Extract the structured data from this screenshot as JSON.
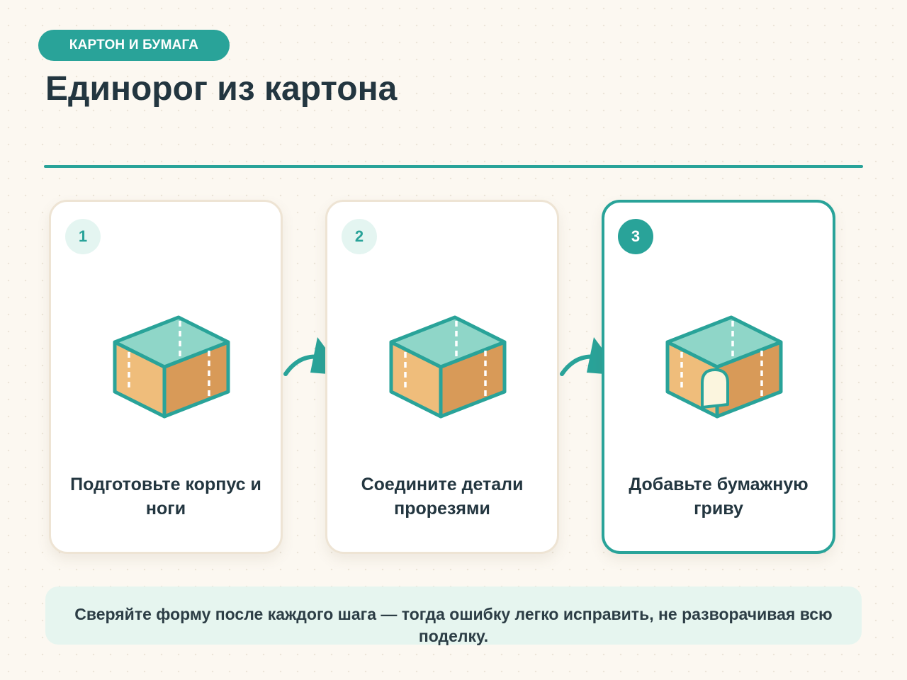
{
  "header": {
    "tag": "КАРТОН И БУМАГА",
    "title": "Единорог из картона"
  },
  "steps": [
    {
      "number": "1",
      "caption": "Подготовьте корпус и ноги",
      "icon": "cardboard-box-icon",
      "active": false
    },
    {
      "number": "2",
      "caption": "Соедините детали прорезями",
      "icon": "cardboard-box-icon",
      "active": false
    },
    {
      "number": "3",
      "caption": "Добавьте бумажную гриву",
      "icon": "cardboard-box-with-door-icon",
      "active": true
    }
  ],
  "note": "Сверяйте форму после каждого шага — тогда ошибку легко исправить, не разворачивая всю поделку.",
  "colors": {
    "accent": "#29a399",
    "background": "#fcf8f1",
    "box_top": "#8fd6c8",
    "box_left": "#efbd7b",
    "box_right": "#d89a58",
    "note_background": "#e6f5ef",
    "text": "#233640"
  }
}
